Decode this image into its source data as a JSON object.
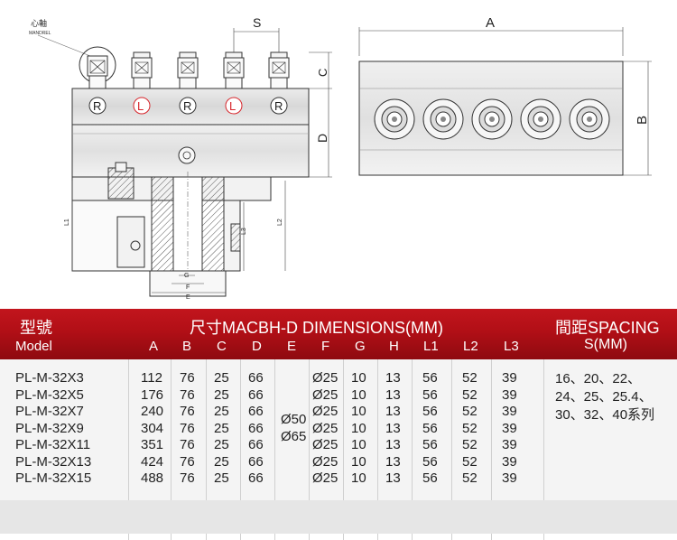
{
  "drawing": {
    "mandrel_cn": "心軸",
    "mandrel_en": "MANDREL",
    "dim_labels": {
      "S": "S",
      "A": "A",
      "B": "B",
      "C": "C",
      "D": "D",
      "L1": "L1",
      "L2": "L2",
      "L3": "L3",
      "G": "G",
      "F": "F",
      "E": "E"
    },
    "rotation_marks": [
      "R",
      "L",
      "R",
      "L",
      "R"
    ]
  },
  "table": {
    "col_model_cn": "型號",
    "col_model_en": "Model",
    "dims_title": "尺寸MACBH-D DIMENSIONS(MM)",
    "spacing_title": "間距SPACING",
    "spacing_unit": "S(MM)",
    "columns": [
      "A",
      "B",
      "C",
      "D",
      "E",
      "F",
      "G",
      "H",
      "L1",
      "L2",
      "L3"
    ],
    "rows": [
      {
        "model": "PL-M-32X3",
        "A": "112",
        "B": "76",
        "C": "25",
        "D": "66",
        "F": "Ø25",
        "G": "10",
        "H": "13",
        "L1": "56",
        "L2": "52",
        "L3": "39"
      },
      {
        "model": "PL-M-32X5",
        "A": "176",
        "B": "76",
        "C": "25",
        "D": "66",
        "F": "Ø25",
        "G": "10",
        "H": "13",
        "L1": "56",
        "L2": "52",
        "L3": "39"
      },
      {
        "model": "PL-M-32X7",
        "A": "240",
        "B": "76",
        "C": "25",
        "D": "66",
        "F": "Ø25",
        "G": "10",
        "H": "13",
        "L1": "56",
        "L2": "52",
        "L3": "39"
      },
      {
        "model": "PL-M-32X9",
        "A": "304",
        "B": "76",
        "C": "25",
        "D": "66",
        "F": "Ø25",
        "G": "10",
        "H": "13",
        "L1": "56",
        "L2": "52",
        "L3": "39"
      },
      {
        "model": "PL-M-32X11",
        "A": "351",
        "B": "76",
        "C": "25",
        "D": "66",
        "F": "Ø25",
        "G": "10",
        "H": "13",
        "L1": "56",
        "L2": "52",
        "L3": "39"
      },
      {
        "model": "PL-M-32X13",
        "A": "424",
        "B": "76",
        "C": "25",
        "D": "66",
        "F": "Ø25",
        "G": "10",
        "H": "13",
        "L1": "56",
        "L2": "52",
        "L3": "39"
      },
      {
        "model": "PL-M-32X15",
        "A": "488",
        "B": "76",
        "C": "25",
        "D": "66",
        "F": "Ø25",
        "G": "10",
        "H": "13",
        "L1": "56",
        "L2": "52",
        "L3": "39"
      }
    ],
    "E_values": [
      "Ø50",
      "Ø65"
    ],
    "spacing_values": [
      "16、20、22、",
      "24、25、25.4、",
      "30、32、40系列"
    ]
  }
}
